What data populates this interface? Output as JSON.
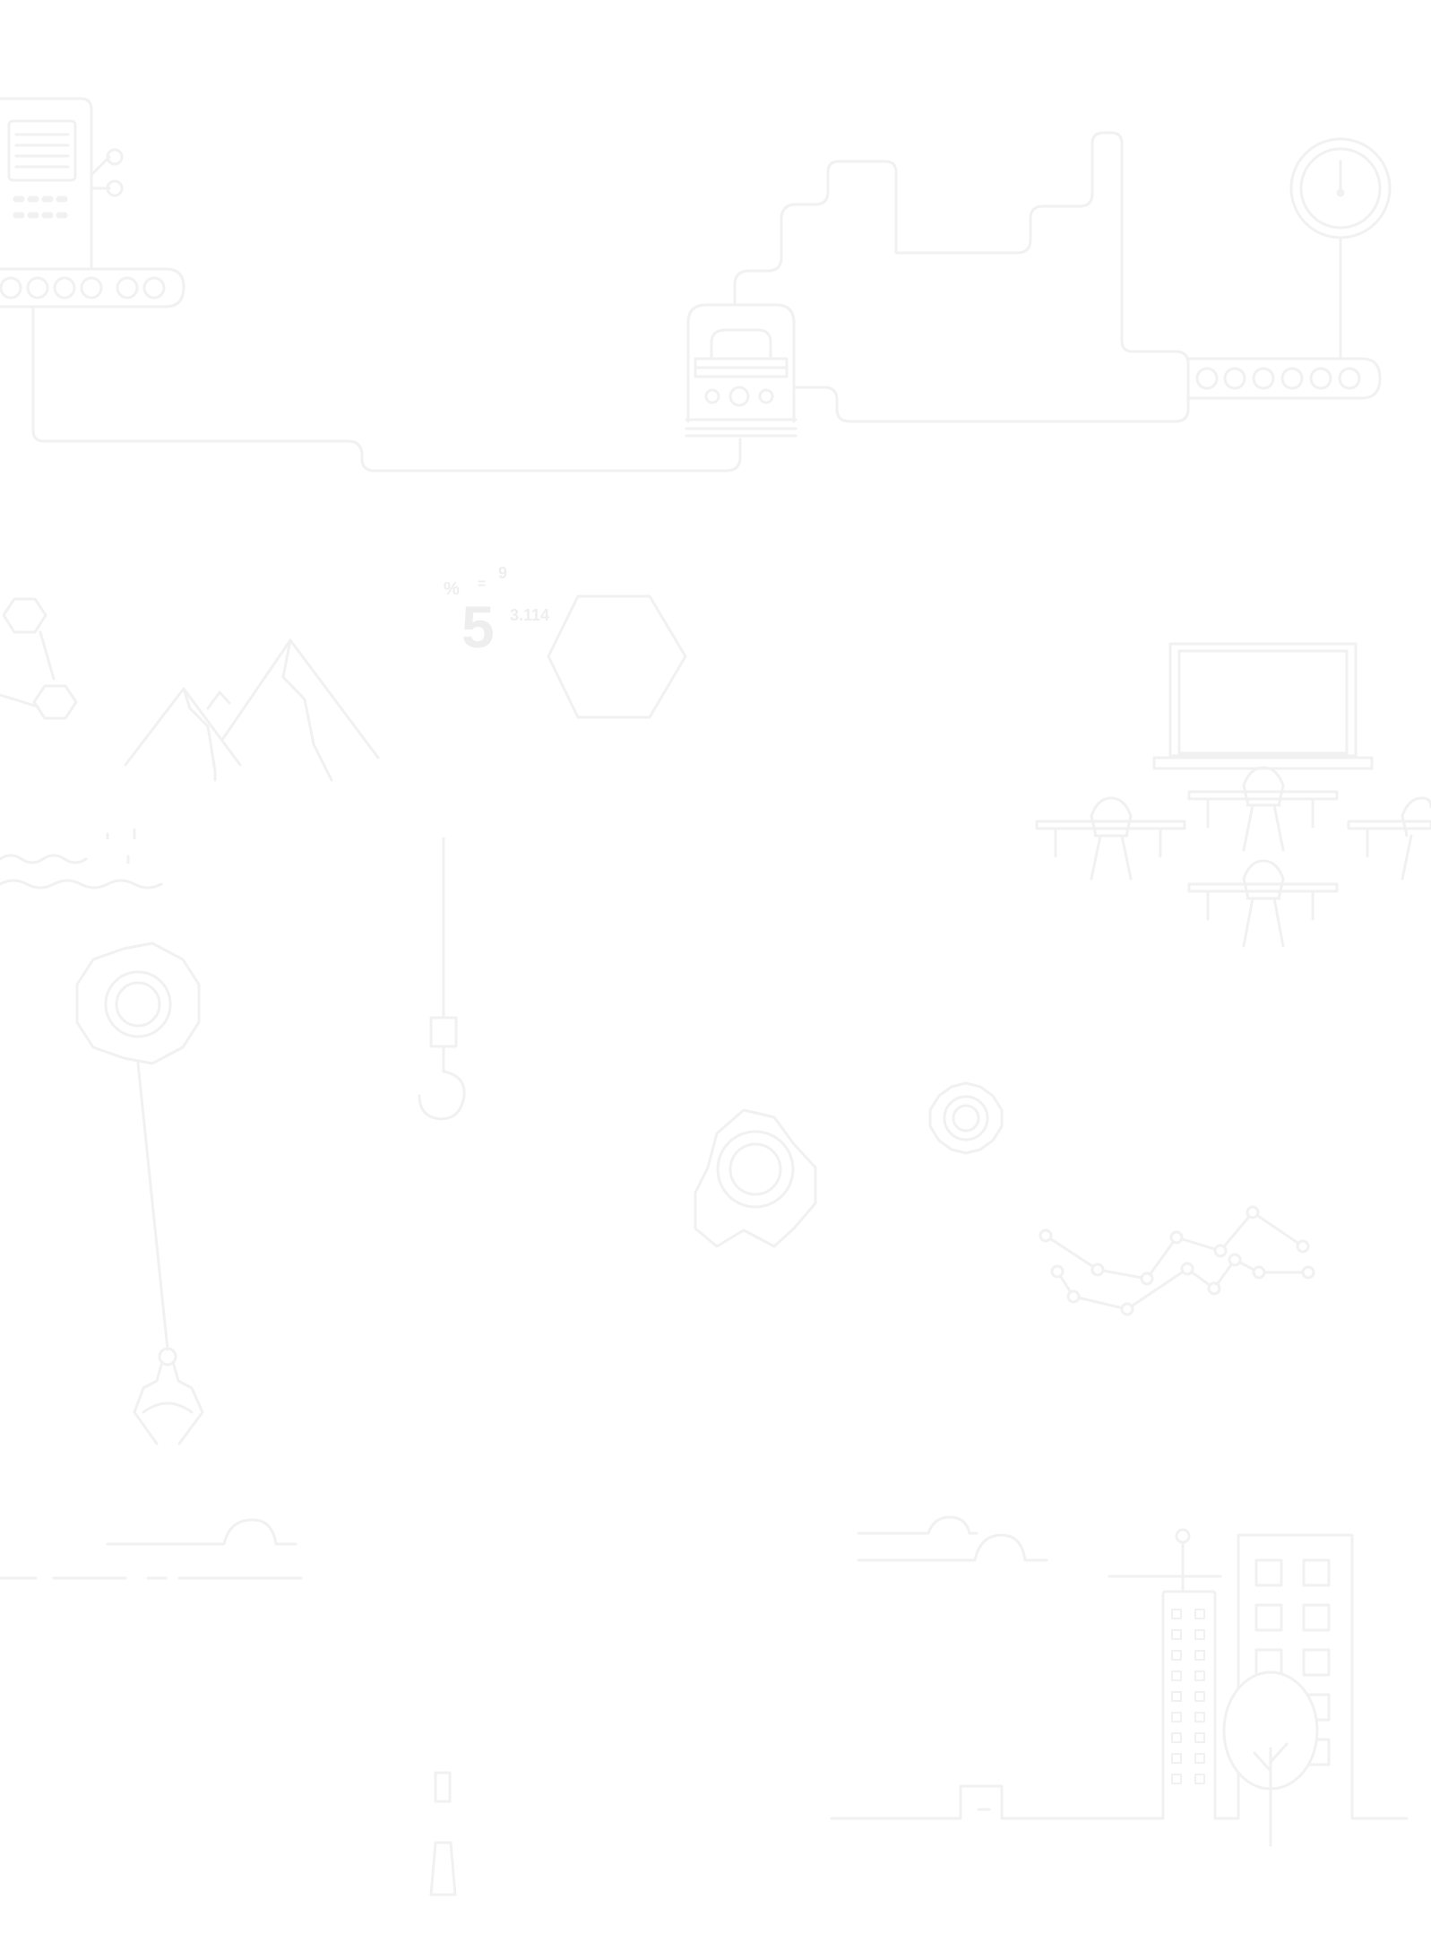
{
  "theme": {
    "background": "#ffffff",
    "line_color": "#f1f1f1",
    "text_color": "#eeeeee"
  },
  "math_doodle": {
    "percent": "%",
    "equals": "=",
    "nine": "9",
    "five": "5",
    "pi": "3.114"
  },
  "illustrations": [
    "dashboard-machine-icon",
    "conveyor-belt-icon",
    "pipeline-line-icon",
    "train-icon",
    "pressure-gauge-icon",
    "molecule-icon",
    "mountains-icon",
    "waves-icon",
    "hexagon-icon",
    "laptop-icon",
    "classroom-desks-icon",
    "gear-icon",
    "crane-hook-icon",
    "robot-claw-icon",
    "line-graph-icon",
    "clouds-icon",
    "city-buildings-icon",
    "tree-icon",
    "lighthouse-icon"
  ]
}
